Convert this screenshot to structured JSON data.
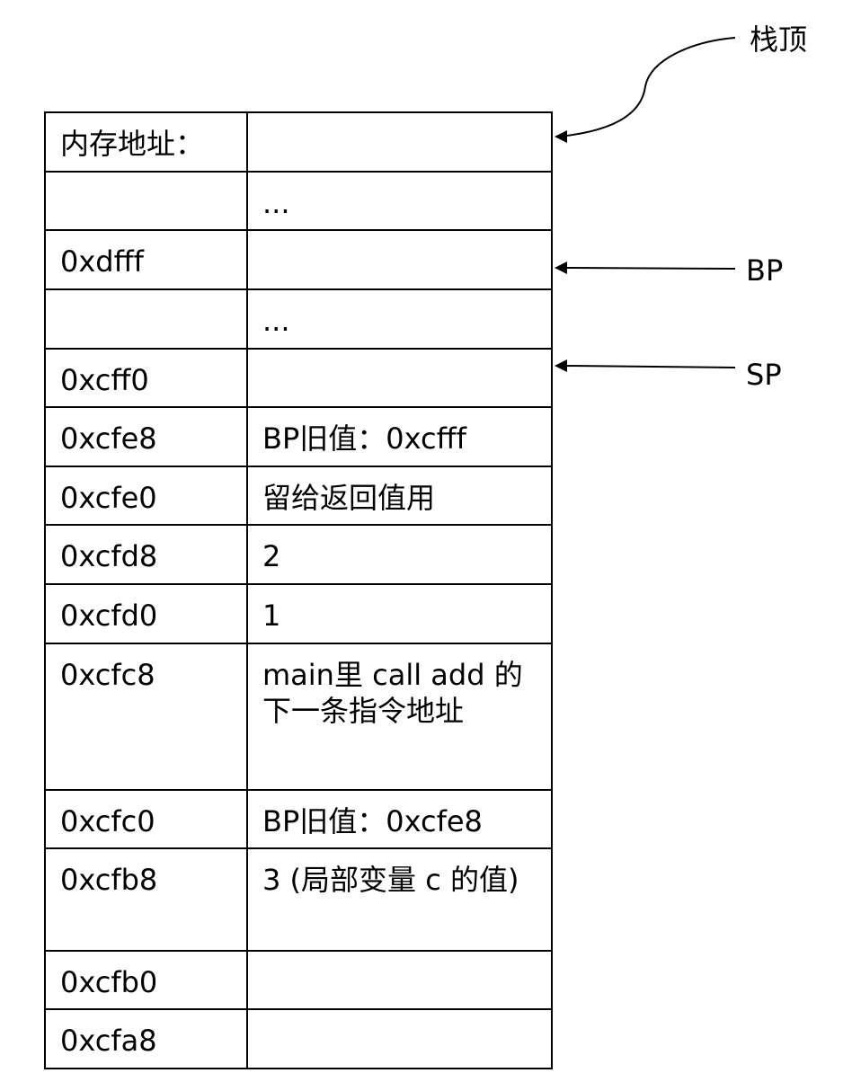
{
  "pointers": {
    "stack_top": "栈顶",
    "bp": "BP",
    "sp": "SP"
  },
  "rows": [
    {
      "addr": "内存地址：",
      "value": ""
    },
    {
      "addr": "",
      "value": "..."
    },
    {
      "addr": "0xdfff",
      "value": ""
    },
    {
      "addr": "",
      "value": "..."
    },
    {
      "addr": "0xcff0",
      "value": ""
    },
    {
      "addr": "0xcfe8",
      "value": "BP旧值：0xcfff"
    },
    {
      "addr": "0xcfe0",
      "value": "留给返回值用"
    },
    {
      "addr": "0xcfd8",
      "value": "2"
    },
    {
      "addr": "0xcfd0",
      "value": "1"
    },
    {
      "addr": "0xcfc8",
      "value": "main里 call add 的下一条指令地址"
    },
    {
      "addr": "0xcfc0",
      "value": "BP旧值：0xcfe8"
    },
    {
      "addr": "0xcfb8",
      "value": "3 (局部变量 c 的值)"
    },
    {
      "addr": "0xcfb0",
      "value": ""
    },
    {
      "addr": "0xcfa8",
      "value": ""
    }
  ]
}
